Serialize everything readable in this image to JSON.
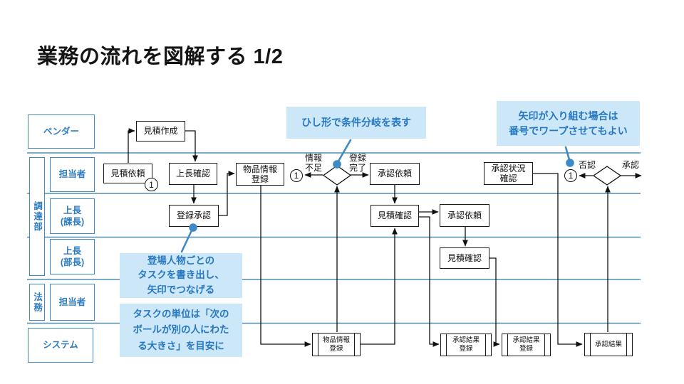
{
  "slide": {
    "title": "業務の流れを図解する 1/2"
  },
  "lanes": {
    "vendor": "ベンダー",
    "procurement_group": "調達部",
    "procurement_staff": "担当者",
    "manager_section": "上長\n(課長)",
    "manager_department": "上長\n(部長)",
    "legal_group": "法務",
    "legal_staff": "担当者",
    "system": "システム"
  },
  "tasks": {
    "create_quote": "見積作成",
    "request_quote": "見積依頼",
    "superior_check": "上長確認",
    "item_info_entry": "物品情報\n登録",
    "registration_approval": "登録承認",
    "approval_request_1": "承認依頼",
    "quote_check_1": "見積確認",
    "approval_request_2": "承認依頼",
    "quote_check_2": "見積確認",
    "approval_status_check": "承認状況\n確認",
    "sys_item_info_entry": "物品情報\n登録",
    "sys_approval_result_entry_1": "承認結果\n登録",
    "sys_approval_result_entry_2": "承認結果\n登録",
    "sys_approval_result": "承認結果"
  },
  "edge_labels": {
    "insufficient_info": "情報\n不足",
    "registration_done": "登録\n完了",
    "rejected": "否認",
    "approved": "承認"
  },
  "warp_marker": "1",
  "callouts": {
    "diamond_note": "ひし形で条件分岐を表す",
    "warp_note": "矢印が入り組む場合は\n番号でワープさせてもよい",
    "actor_note": "登場人物ごとの\nタスクを書き出し、\n矢印でつなげる",
    "task_unit_note": "タスクの単位は「次の\nボールが別の人にわた\nる大きさ」を目安に"
  },
  "colors": {
    "accent_blue": "#3d8ac6",
    "callout_bg": "#cbe7f8",
    "callout_text": "#2878c0",
    "lane_line": "#4f8fb4",
    "ink": "#1a1a1a"
  }
}
